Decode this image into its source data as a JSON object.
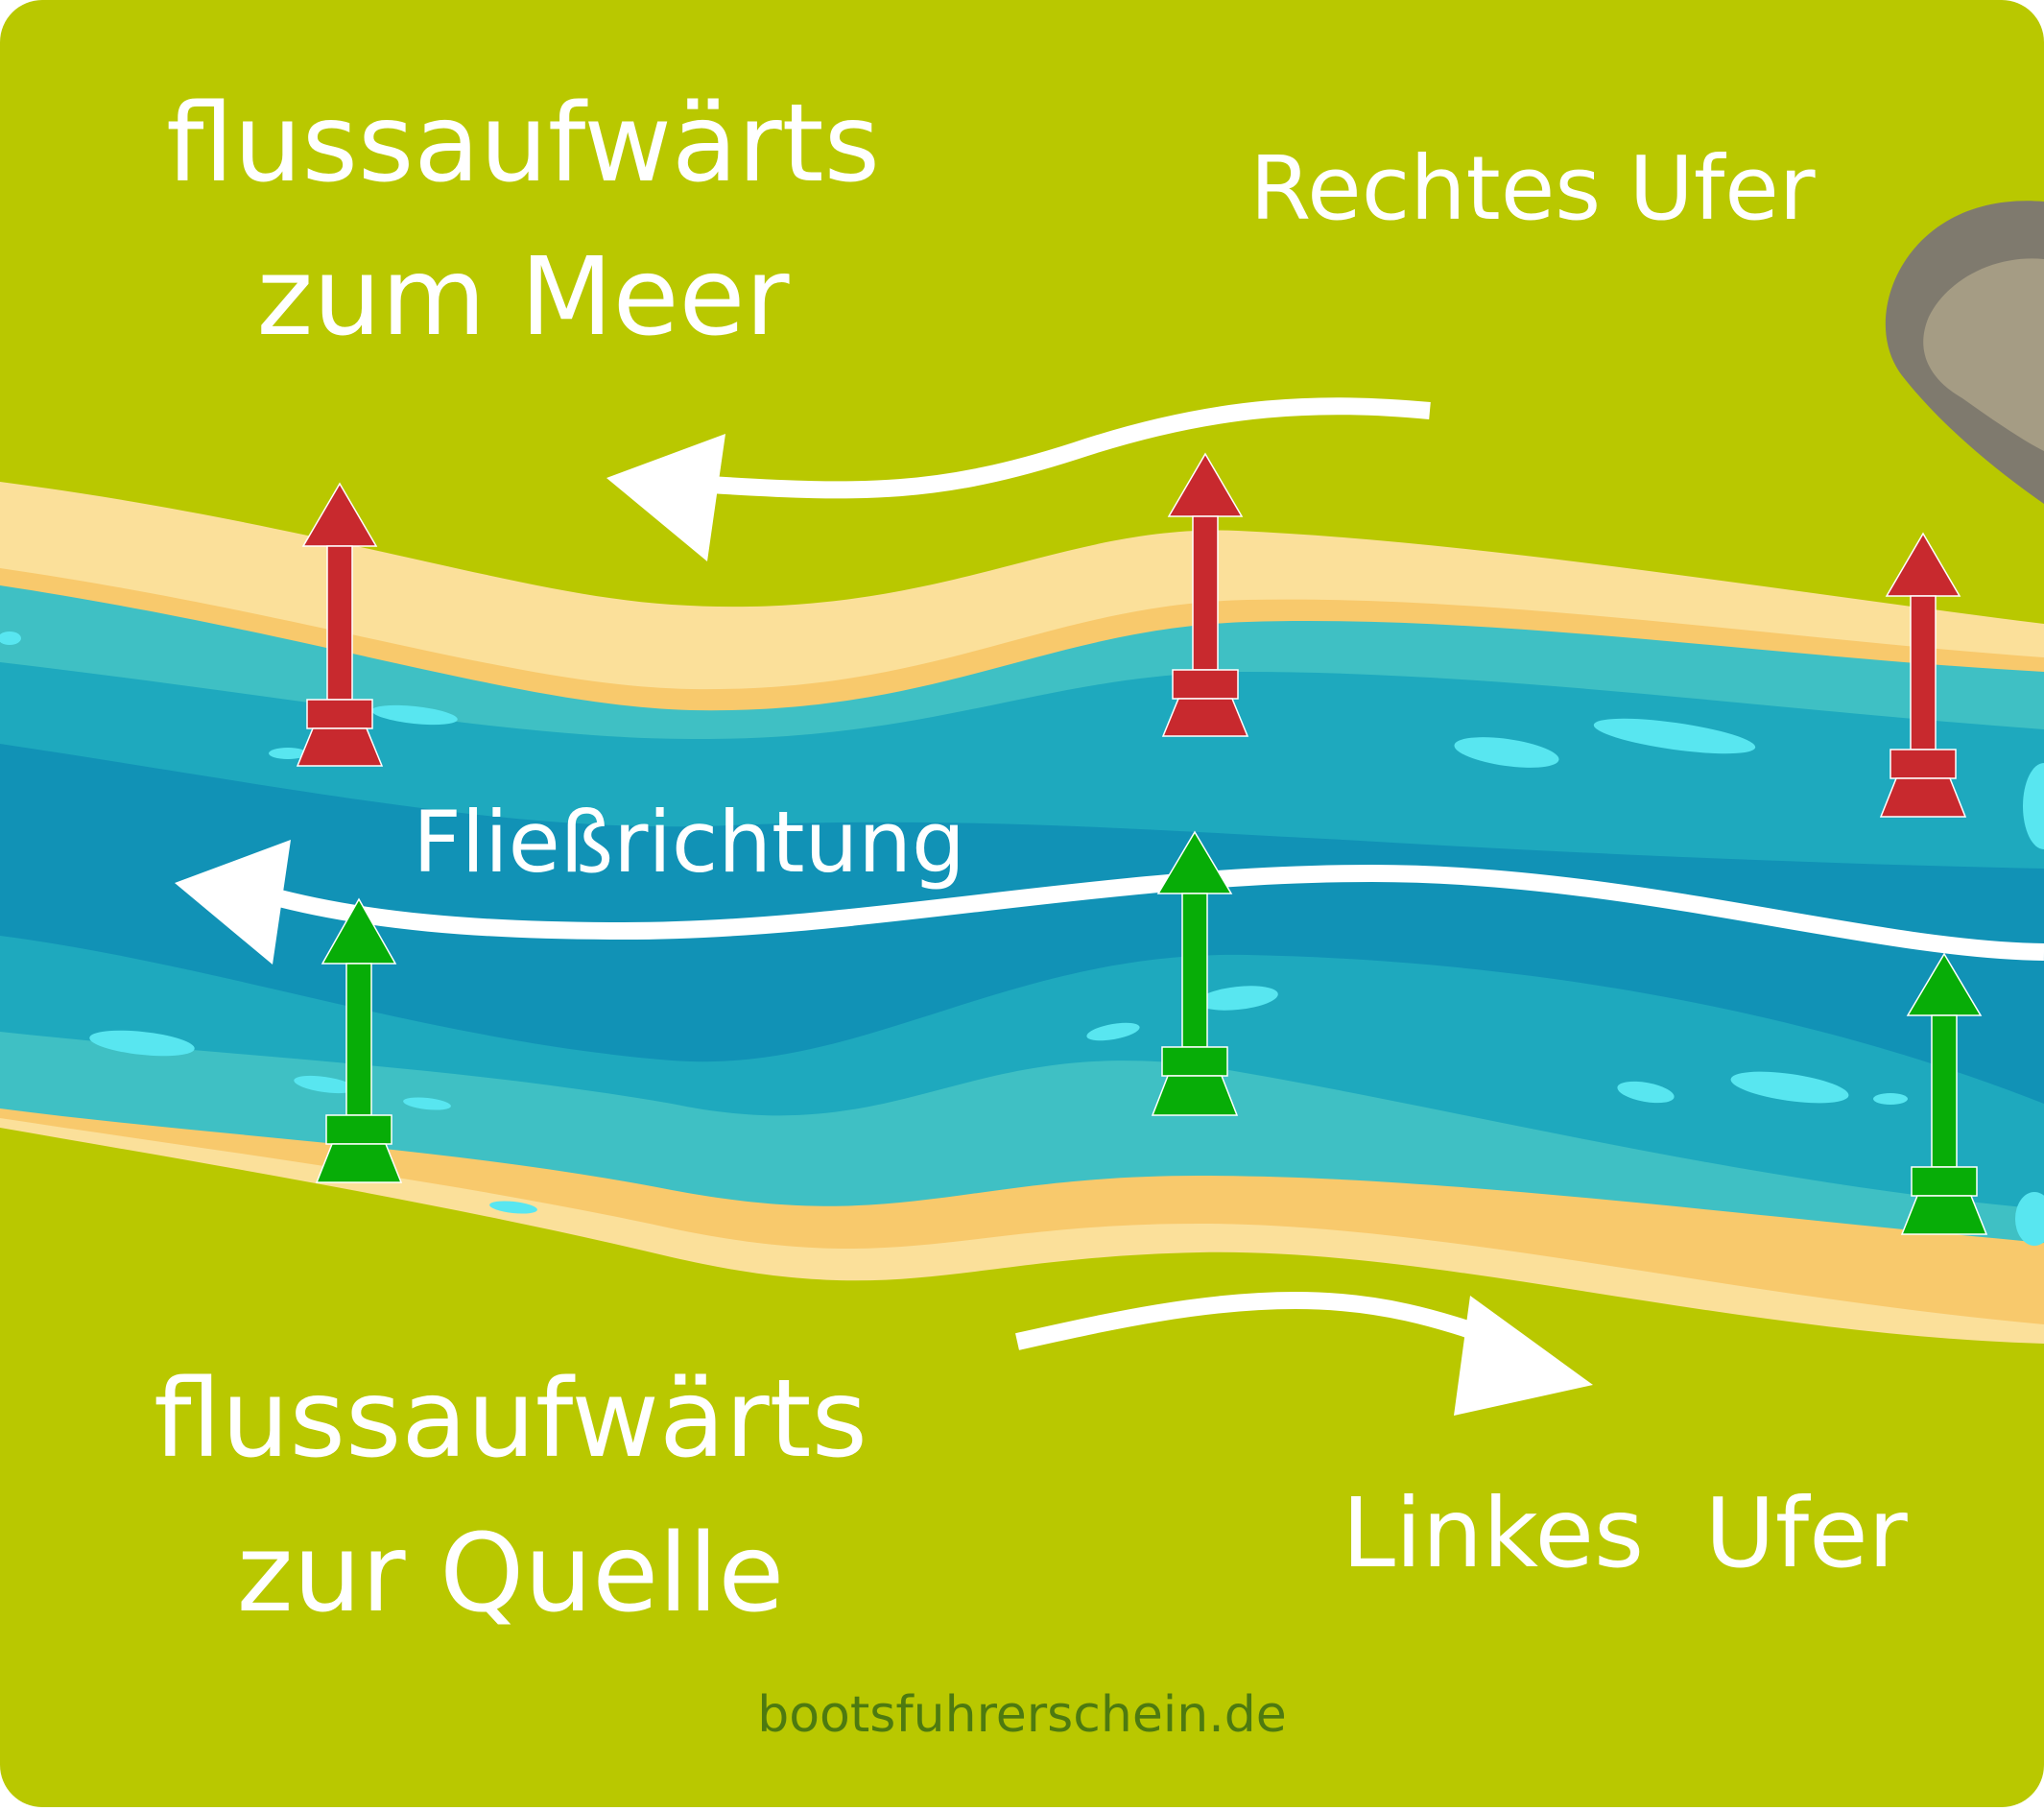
{
  "labels": {
    "top_left_line1": "flussaufwärts",
    "top_left_line2": "zum Meer",
    "top_right": "Rechtes Ufer",
    "flow": "Fließrichtung",
    "bottom_left_line1": "flussaufwärts",
    "bottom_left_line2": "zur Quelle",
    "bottom_right": "Linkes  Ufer",
    "credit": "bootsfuhrerschein.de"
  },
  "colors": {
    "grass": "#b9c800",
    "sand_light": "#fbe09a",
    "sand_dark": "#f8c96c",
    "water_shallow": "#3fc0c4",
    "water_mid": "#1ea9be",
    "water_deep": "#1192b6",
    "ripple": "#58e6f0",
    "buoy_red": "#c8292e",
    "buoy_green": "#07ad07",
    "rock_dark": "#7f7a6e",
    "rock_light": "#a59c84",
    "arrow": "#ffffff",
    "credit": "#4d7a10"
  },
  "buoys": {
    "red_count": 3,
    "green_count": 3,
    "red_shape": "cone-top",
    "green_shape": "cone-top"
  },
  "icons": [
    "flow-arrow-icon",
    "upstream-arrow-icon",
    "downstream-arrow-icon",
    "rock-icon"
  ]
}
